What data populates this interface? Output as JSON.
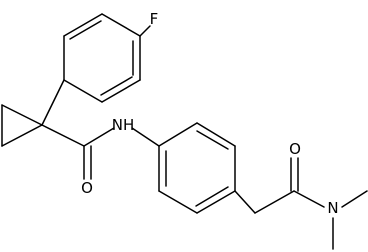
{
  "colors": {
    "bond": "#000000",
    "background": "#ffffff"
  },
  "atoms": {
    "fluorine": "F",
    "amide_nitrogen": "NH",
    "amide_oxygen": "O",
    "dimethylamide_oxygen": "O",
    "dimethylamide_nitrogen": "N"
  }
}
